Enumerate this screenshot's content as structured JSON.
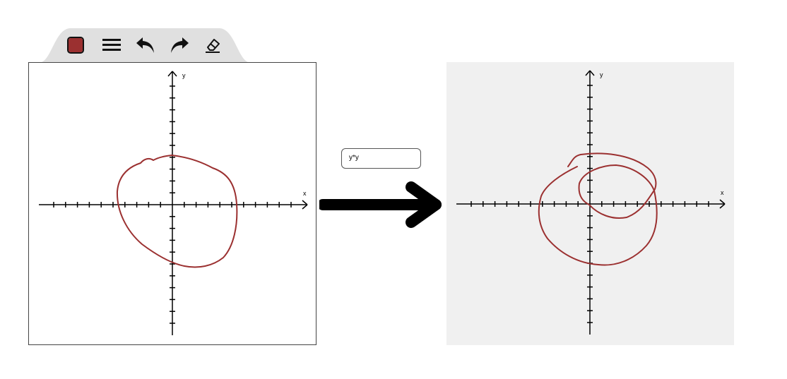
{
  "toolbar": {
    "pen_color": "#9b3030",
    "icons": [
      "color-swatch",
      "menu-icon",
      "undo-icon",
      "redo-icon",
      "eraser-icon"
    ]
  },
  "left_graph": {
    "x_label": "x",
    "y_label": "y",
    "stroke_color": "#9b3030",
    "background": "#ffffff"
  },
  "right_graph": {
    "x_label": "x",
    "y_label": "y",
    "stroke_color": "#9b3030",
    "background": "#f0f0f0"
  },
  "expression": {
    "value": "y*y"
  },
  "transform_arrow": {
    "icon": "right-arrow-icon",
    "color": "#000000"
  }
}
